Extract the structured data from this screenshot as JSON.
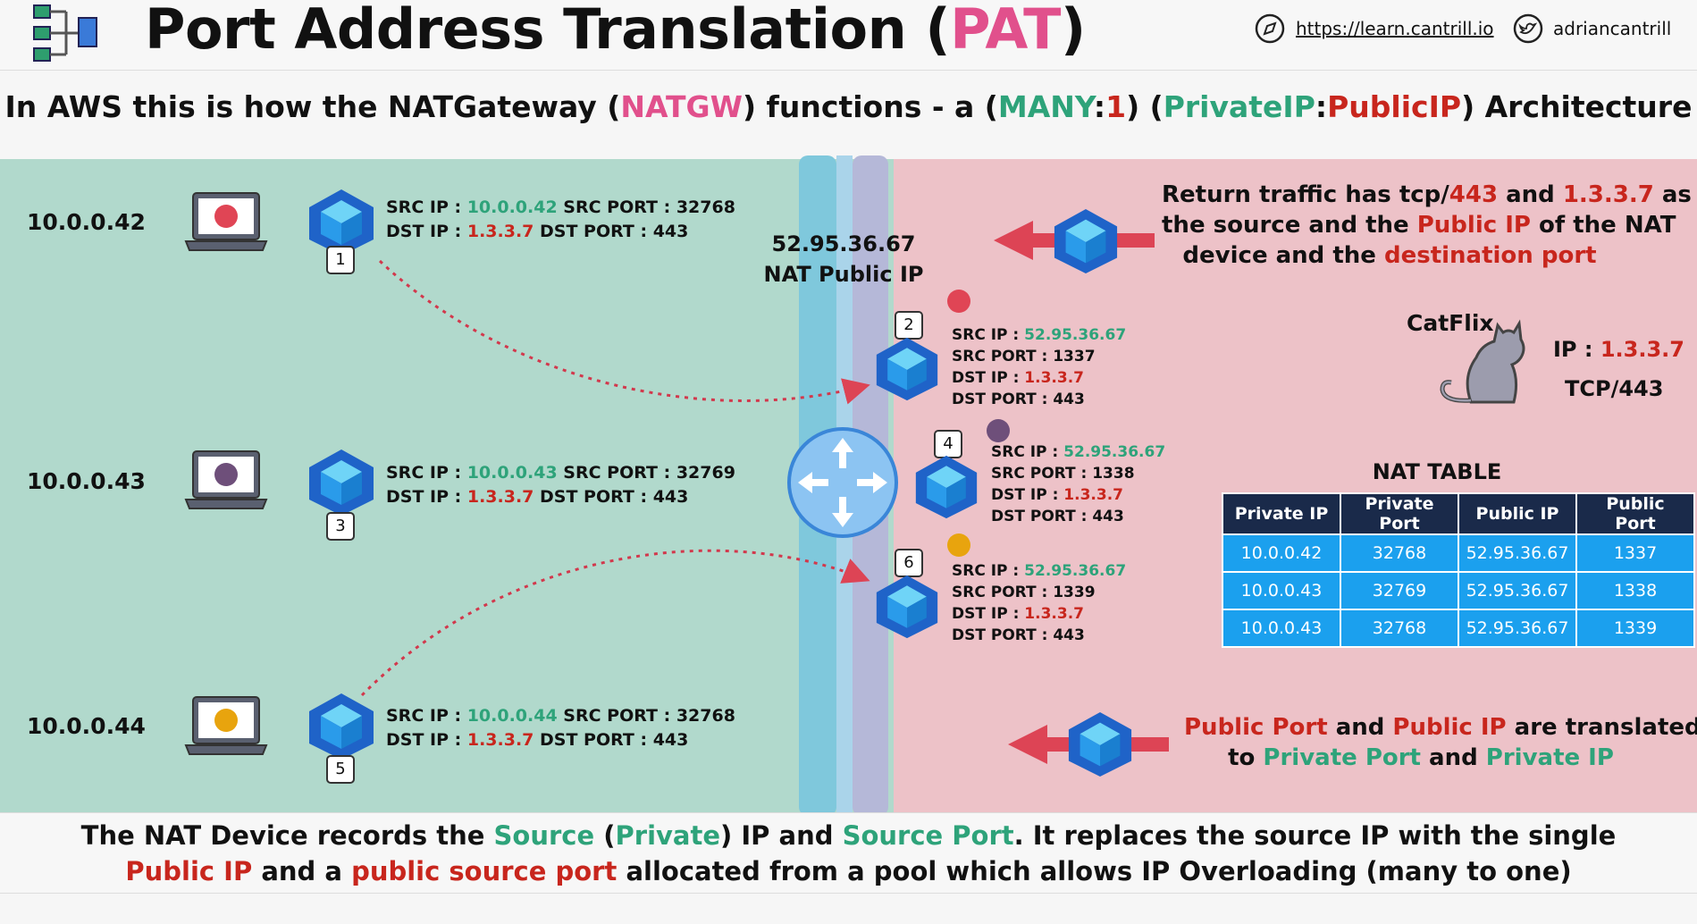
{
  "header": {
    "title_main": "Port Address Translation (",
    "title_accent": "PAT",
    "title_end": ")",
    "website": "https://learn.cantrill.io",
    "twitter": "adriancantrill"
  },
  "subtitle": {
    "p1": "In AWS this is how the NATGateway (",
    "natgw": "NATGW",
    "p2": ") functions - a (",
    "many": "MANY",
    "colon1": ":",
    "one": "1",
    "p3": ") (",
    "private_ip": "PrivateIP",
    "colon2": ":",
    "public_ip": "PublicIP",
    "p4": ") Architecture"
  },
  "hosts": [
    {
      "ip": "10.0.0.42",
      "dot_color": "#e04555",
      "num": "1",
      "src_ip": "10.0.0.42",
      "src_port": "32768",
      "dst_ip": "1.3.3.7",
      "dst_port": "443"
    },
    {
      "ip": "10.0.0.43",
      "dot_color": "#6e4f7a",
      "num": "3",
      "src_ip": "10.0.0.43",
      "src_port": "32769",
      "dst_ip": "1.3.3.7",
      "dst_port": "443"
    },
    {
      "ip": "10.0.0.44",
      "dot_color": "#e8a40e",
      "num": "5",
      "src_ip": "10.0.0.44",
      "src_port": "32768",
      "dst_ip": "1.3.3.7",
      "dst_port": "443"
    }
  ],
  "labels": {
    "src_ip": "SRC IP : ",
    "src_port": " SRC PORT : ",
    "src_port_line": "SRC PORT : ",
    "dst_ip": "DST IP : ",
    "dst_port": " DST PORT : ",
    "dst_port_line": "DST PORT : "
  },
  "nat": {
    "public_ip": "52.95.36.67",
    "label": "NAT Public IP"
  },
  "translated": [
    {
      "num": "2",
      "dot_color": "#e04555",
      "src_ip": "52.95.36.67",
      "src_port": "1337",
      "dst_ip": "1.3.3.7",
      "dst_port": "443"
    },
    {
      "num": "4",
      "dot_color": "#6e4f7a",
      "src_ip": "52.95.36.67",
      "src_port": "1338",
      "dst_ip": "1.3.3.7",
      "dst_port": "443"
    },
    {
      "num": "6",
      "dot_color": "#e8a40e",
      "src_ip": "52.95.36.67",
      "src_port": "1339",
      "dst_ip": "1.3.3.7",
      "dst_port": "443"
    }
  ],
  "return_note": {
    "l1a": "Return traffic has tcp/",
    "l1b": "443",
    "l1c": " and ",
    "l1d": "1.3.3.7",
    "l1e": " as",
    "l2a": "the source and the ",
    "l2b": "Public IP",
    "l2c": " of the NAT",
    "l3a": "device and the ",
    "l3b": "destination port"
  },
  "catflix": {
    "name": "CatFlix",
    "ip_label": "IP : ",
    "ip": "1.3.3.7",
    "port": "TCP/443"
  },
  "nat_table": {
    "title": "NAT TABLE",
    "headers": [
      "Private IP",
      "Private Port",
      "Public IP",
      "Public Port"
    ],
    "rows": [
      [
        "10.0.0.42",
        "32768",
        "52.95.36.67",
        "1337"
      ],
      [
        "10.0.0.43",
        "32769",
        "52.95.36.67",
        "1338"
      ],
      [
        "10.0.0.43",
        "32768",
        "52.95.36.67",
        "1339"
      ]
    ]
  },
  "translate_note": {
    "l1a": "Public Port",
    "l1b": " and ",
    "l1c": "Public IP",
    "l1d": " are translated",
    "l2a": "to ",
    "l2b": "Private Port",
    "l2c": " and ",
    "l2d": "Private IP"
  },
  "bottom": {
    "l1a": "The NAT Device records the  ",
    "l1b": "Source",
    "l1c": " (",
    "l1d": "Private",
    "l1e": ") IP and ",
    "l1f": "Source Port",
    "l1g": ". It replaces the source IP with the single",
    "l2a": "Public IP",
    "l2b": " and a ",
    "l2c": "public source port",
    "l2d": " allocated from a pool which allows IP Overloading (many to one)"
  },
  "colors": {
    "green": "#2ea37a",
    "red": "#c8261d",
    "pink": "#e1508c",
    "arrow": "#dd4455",
    "cube": "#1f63c8"
  }
}
